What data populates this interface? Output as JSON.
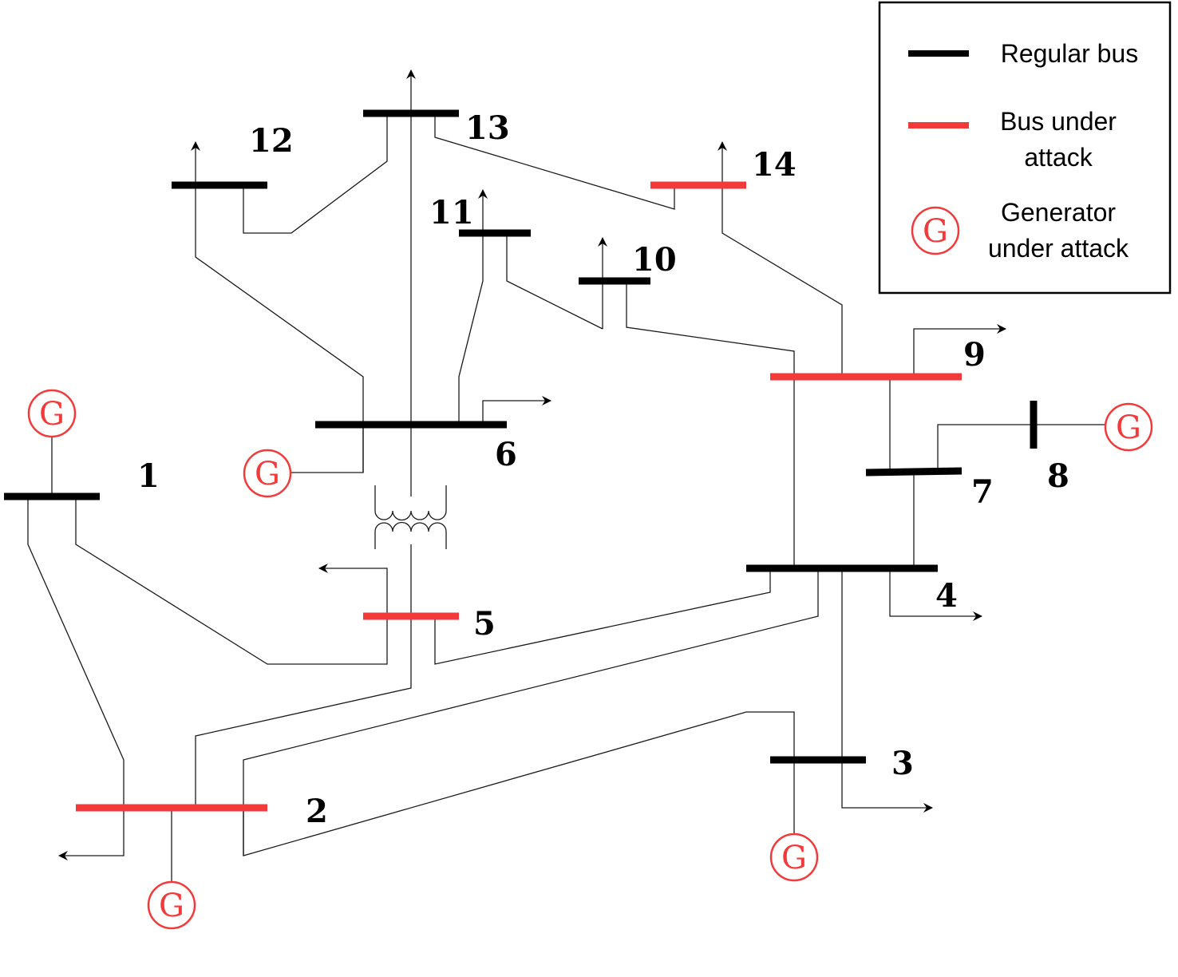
{
  "colors": {
    "regular_bus": "#000000",
    "attacked": "#f23a3a",
    "line": "#1a1a1a"
  },
  "legend": {
    "regular_bus": "Regular bus",
    "bus_under_attack": [
      "Bus under",
      "attack"
    ],
    "generator_under_attack": [
      "Generator",
      "under attack"
    ],
    "generator_symbol": "G"
  },
  "buses": [
    {
      "id": "1",
      "label": "1",
      "under_attack": false,
      "generator": true,
      "load": false
    },
    {
      "id": "2",
      "label": "2",
      "under_attack": true,
      "generator": true,
      "load": true
    },
    {
      "id": "3",
      "label": "3",
      "under_attack": false,
      "generator": true,
      "load": true
    },
    {
      "id": "4",
      "label": "4",
      "under_attack": false,
      "generator": false,
      "load": true
    },
    {
      "id": "5",
      "label": "5",
      "under_attack": true,
      "generator": false,
      "load": true
    },
    {
      "id": "6",
      "label": "6",
      "under_attack": false,
      "generator": true,
      "load": true
    },
    {
      "id": "7",
      "label": "7",
      "under_attack": false,
      "generator": false,
      "load": false
    },
    {
      "id": "8",
      "label": "8",
      "under_attack": false,
      "generator": true,
      "load": false
    },
    {
      "id": "9",
      "label": "9",
      "under_attack": true,
      "generator": false,
      "load": true
    },
    {
      "id": "10",
      "label": "10",
      "under_attack": false,
      "generator": false,
      "load": true
    },
    {
      "id": "11",
      "label": "11",
      "under_attack": false,
      "generator": false,
      "load": true
    },
    {
      "id": "12",
      "label": "12",
      "under_attack": false,
      "generator": false,
      "load": true
    },
    {
      "id": "13",
      "label": "13",
      "under_attack": false,
      "generator": false,
      "load": true
    },
    {
      "id": "14",
      "label": "14",
      "under_attack": true,
      "generator": false,
      "load": true
    }
  ],
  "branches": [
    [
      "1",
      "2"
    ],
    [
      "1",
      "5"
    ],
    [
      "2",
      "3"
    ],
    [
      "2",
      "4"
    ],
    [
      "2",
      "5"
    ],
    [
      "3",
      "4"
    ],
    [
      "4",
      "5"
    ],
    [
      "4",
      "7"
    ],
    [
      "4",
      "9"
    ],
    [
      "5",
      "6"
    ],
    [
      "6",
      "11"
    ],
    [
      "6",
      "12"
    ],
    [
      "6",
      "13"
    ],
    [
      "7",
      "8"
    ],
    [
      "7",
      "9"
    ],
    [
      "9",
      "10"
    ],
    [
      "9",
      "14"
    ],
    [
      "10",
      "11"
    ],
    [
      "12",
      "13"
    ],
    [
      "13",
      "14"
    ]
  ]
}
